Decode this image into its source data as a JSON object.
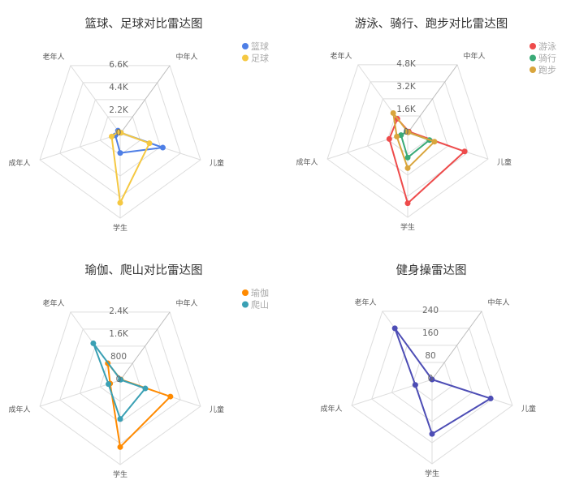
{
  "chart_data": [
    {
      "type": "radar",
      "title": "篮球、足球对比雷达图",
      "indicators": [
        "中年人",
        "儿童",
        "学生",
        "成年人",
        "老年人"
      ],
      "max": 6600,
      "ticks": [
        "0",
        "2.2K",
        "4.4K",
        "6.6K"
      ],
      "legend": "top-right",
      "series": [
        {
          "name": "篮球",
          "color": "#4e7fe6",
          "values": [
            100,
            3500,
            1500,
            400,
            300
          ]
        },
        {
          "name": "足球",
          "color": "#f5c842",
          "values": [
            100,
            2400,
            5400,
            700,
            200
          ]
        }
      ]
    },
    {
      "type": "radar",
      "title": "游泳、骑行、跑步对比雷达图",
      "indicators": [
        "中年人",
        "儿童",
        "学生",
        "成年人",
        "老年人"
      ],
      "max": 4800,
      "ticks": [
        "0",
        "1.6K",
        "3.2K",
        "4.8K"
      ],
      "legend": "top-right",
      "series": [
        {
          "name": "游泳",
          "color": "#ee4b4b",
          "values": [
            100,
            3400,
            4000,
            1100,
            1000
          ]
        },
        {
          "name": "骑行",
          "color": "#3aaa77",
          "values": [
            50,
            1300,
            1400,
            400,
            100
          ]
        },
        {
          "name": "跑步",
          "color": "#d9a53c",
          "values": [
            50,
            1600,
            2000,
            650,
            1400
          ]
        }
      ]
    },
    {
      "type": "radar",
      "title": "瑜伽、爬山对比雷达图",
      "indicators": [
        "中年人",
        "儿童",
        "学生",
        "成年人",
        "老年人"
      ],
      "max": 2400,
      "ticks": [
        "0",
        "800",
        "1.6K",
        "2.4K"
      ],
      "legend": "top-right",
      "series": [
        {
          "name": "瑜伽",
          "color": "#ff8a00",
          "values": [
            30,
            1500,
            1900,
            300,
            600
          ]
        },
        {
          "name": "爬山",
          "color": "#3aa0b4",
          "values": [
            20,
            750,
            1100,
            350,
            1300
          ]
        }
      ]
    },
    {
      "type": "radar",
      "title": "健身操雷达图",
      "indicators": [
        "中年人",
        "儿童",
        "学生",
        "成年人",
        "老年人"
      ],
      "max": 240,
      "ticks": [
        "0",
        "80",
        "160",
        "240"
      ],
      "legend": "none",
      "series": [
        {
          "color": "#4d4db5",
          "values": [
            0,
            175,
            155,
            50,
            180
          ]
        }
      ]
    }
  ]
}
